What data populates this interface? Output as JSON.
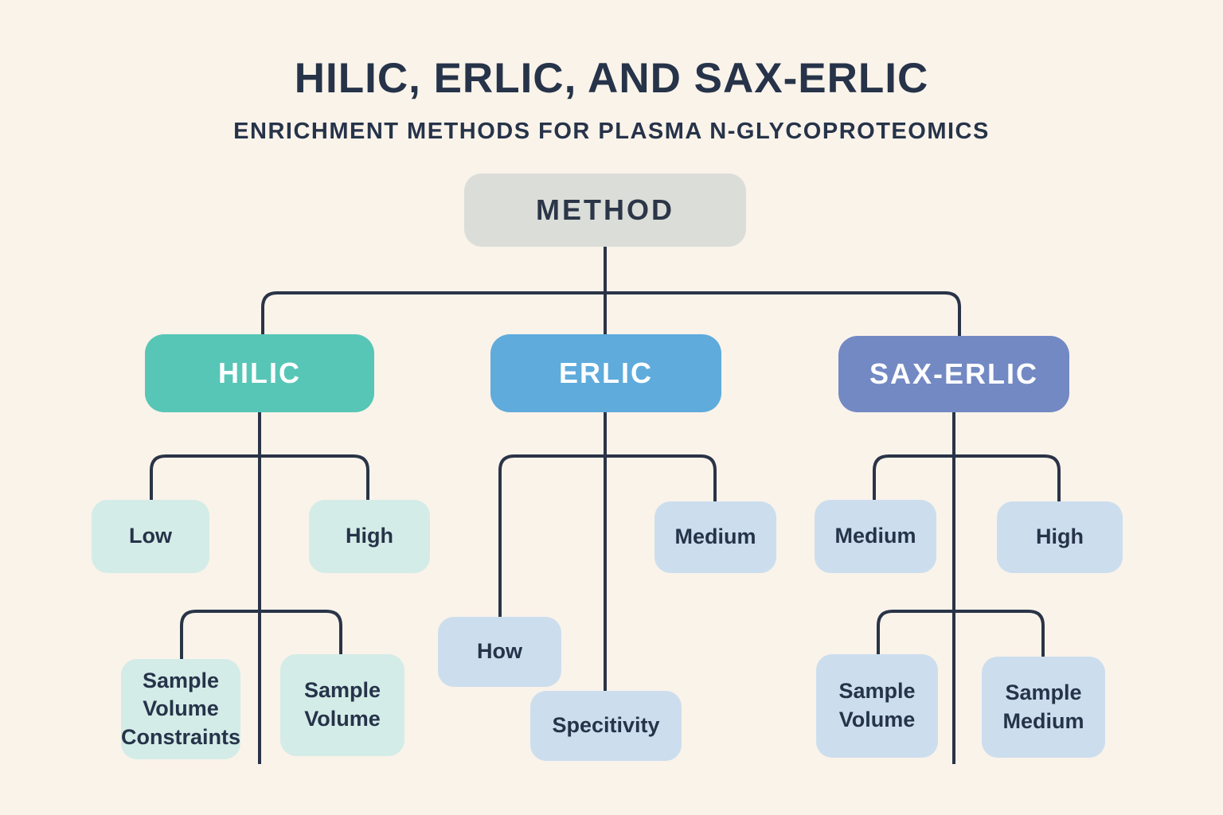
{
  "title": "HILIC, ERLIC, AND SAX-ERLIC",
  "subtitle": "ENRICHMENT METHODS FOR PLASMA N-GLYCOPROTEOMICS",
  "colors": {
    "background": "#faf3ea",
    "heading_text": "#263349",
    "connector_line": "#2a3447",
    "method_fill": "#dbddd8",
    "hilic_fill": "#57c6b6",
    "erlic_fill": "#5fabdc",
    "sax_erlic_fill": "#7389c4",
    "hilic_leaf_fill": "#d3ece7",
    "blue_leaf_fill": "#ccdeee",
    "branch_label_text": "#ffffff"
  },
  "nodes": {
    "method": "METHOD",
    "hilic": "HILIC",
    "erlic": "ERLIC",
    "sax_erlic": "SAX-ERLIC",
    "hilic_low": "Low",
    "hilic_high": "High",
    "hilic_sample_volume_constraints": "Sample Volume Constraints",
    "hilic_sample_volume": "Sample Volume",
    "erlic_medium": "Medium",
    "erlic_how": "How",
    "erlic_specitivity": "Specitivity",
    "sax_medium": "Medium",
    "sax_high": "High",
    "sax_sample_volume": "Sample Volume",
    "sax_sample_medium": "Sample Medium"
  }
}
